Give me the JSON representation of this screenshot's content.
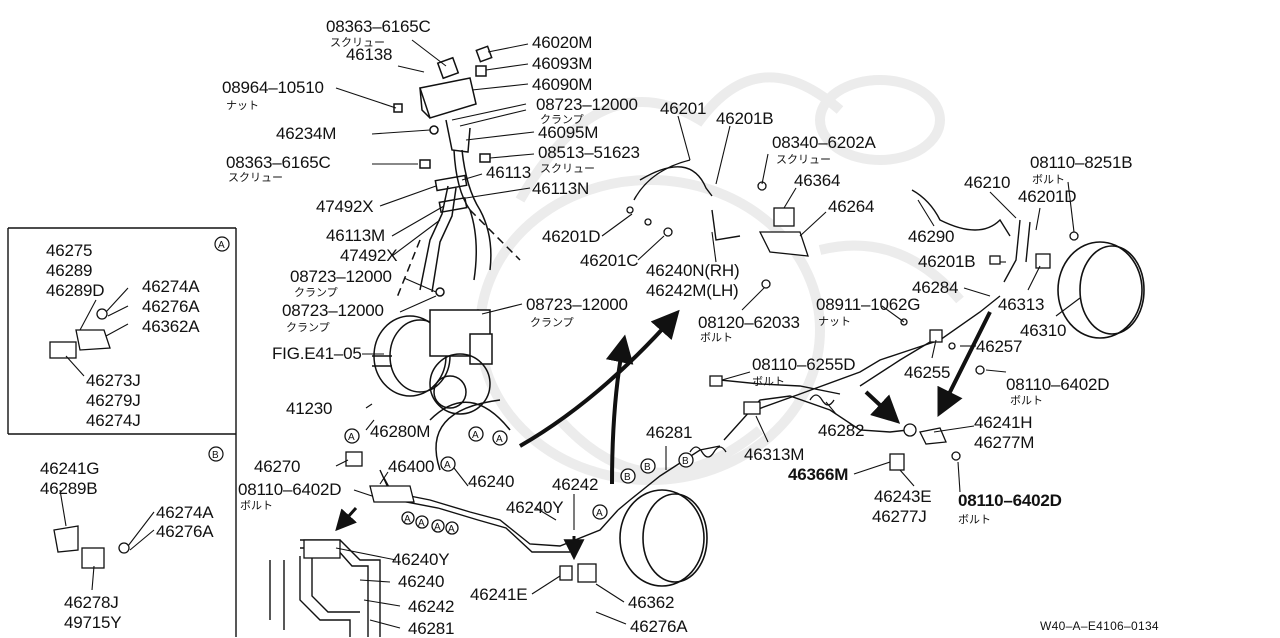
{
  "labels": {
    "p08363_6165c_top": "08363–6165C",
    "screw_top": "スクリュー",
    "p46138": "46138",
    "p46020m": "46020M",
    "p46093m": "46093M",
    "p46090m": "46090M",
    "p08964_10510": "08964–10510",
    "nut_1": "ナット",
    "p08723_12000_top": "08723–12000",
    "clamp_top": "クランプ",
    "p46234m": "46234M",
    "p46095m": "46095M",
    "p08513_51623": "08513–51623",
    "screw_mid": "スクリュー",
    "p08363_6165c_mid": "08363–6165C",
    "screw_left": "スクリュー",
    "p46113": "46113",
    "p46113n": "46113N",
    "p47492x_a": "47492X",
    "p46113m": "46113M",
    "p47492x_b": "47492X",
    "p08723_12000_l1": "08723–12000",
    "clamp_l1": "クランプ",
    "p08723_12000_l2": "08723–12000",
    "clamp_l2": "クランプ",
    "p08723_12000_r": "08723–12000",
    "clamp_r": "クランプ",
    "fig_e41_05": "FIG.E41–05",
    "p41230": "41230",
    "p46280m": "46280M",
    "p46270": "46270",
    "p46400": "46400",
    "p08110_6402d_left": "08110–6402D",
    "bolt_left": "ボルト",
    "p46240_mid": "46240",
    "p46242_mid": "46242",
    "p46240y_mid": "46240Y",
    "p46240y_low": "46240Y",
    "p46240_low": "46240",
    "p46242_low": "46242",
    "p46281_low": "46281",
    "p46241e": "46241E",
    "p46362_low": "46362",
    "p46276a_low": "46276A",
    "p46201": "46201",
    "p46201b_top": "46201B",
    "p08340_6202a": "08340–6202A",
    "screw_right": "スクリュー",
    "p46364": "46364",
    "p46264": "46264",
    "p46201d_mid": "46201D",
    "p46201c": "46201C",
    "p46240n": "46240N(RH)",
    "p46242m": "46242M(LH)",
    "p08120_62033": "08120–62033",
    "bolt_mid": "ボルト",
    "p08911_1062g": "08911–1062G",
    "nut_2": "ナット",
    "p08110_6255d": "08110–6255D",
    "bolt_6255": "ボルト",
    "p46281_mid": "46281",
    "p46313m": "46313M",
    "p46282": "46282",
    "p08110_8251b": "08110–8251B",
    "bolt_8251": "ボルト",
    "p46210": "46210",
    "p46201d_r": "46201D",
    "p46290": "46290",
    "p46201b_r": "46201B",
    "p46284": "46284",
    "p46313": "46313",
    "p46310": "46310",
    "p46257": "46257",
    "p46255": "46255",
    "p08110_6402d_r1": "08110–6402D",
    "bolt_r1": "ボルト",
    "p46241h": "46241H",
    "p46277m": "46277M",
    "p46366m": "46366M",
    "p46243e": "46243E",
    "p46277j": "46277J",
    "p08110_6402d_r2": "08110–6402D",
    "bolt_r2": "ボルト",
    "a_46275": "46275",
    "a_46289": "46289",
    "a_46289d": "46289D",
    "a_46274a": "46274A",
    "a_46276a": "46276A",
    "a_46362a": "46362A",
    "a_46273j": "46273J",
    "a_46279j": "46279J",
    "a_46274j": "46274J",
    "b_46241g": "46241G",
    "b_46289b": "46289B",
    "b_46274a": "46274A",
    "b_46276a": "46276A",
    "b_46278j": "46278J",
    "b_49715y": "49715Y",
    "reference": "W40–A–E4106–0134"
  },
  "markers": {
    "a": "A",
    "b": "B"
  },
  "colors": {
    "ink": "#111111",
    "paper": "#ffffff",
    "watermark": "#ececec"
  }
}
